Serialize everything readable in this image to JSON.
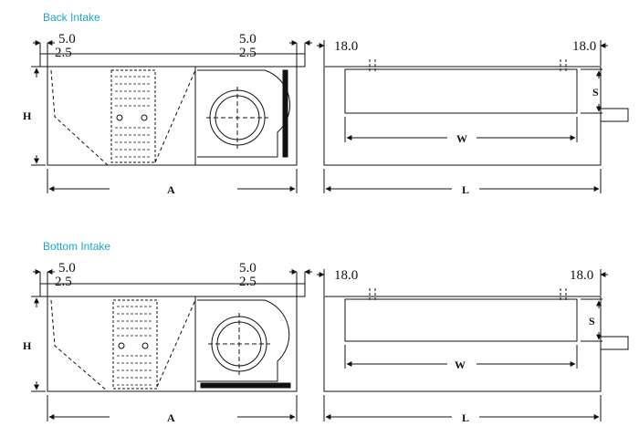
{
  "headings": {
    "back_intake": "Back Intake",
    "bottom_intake": "Bottom Intake"
  },
  "dimensions": {
    "offset_outer": "5.0",
    "offset_inner": "2.5",
    "end_offset": "18.0"
  },
  "labels": {
    "height": "H",
    "length_a": "A",
    "length_l": "L",
    "width": "W",
    "side": "S"
  },
  "colors": {
    "heading": "#1aa6c4",
    "line": "#111111"
  }
}
